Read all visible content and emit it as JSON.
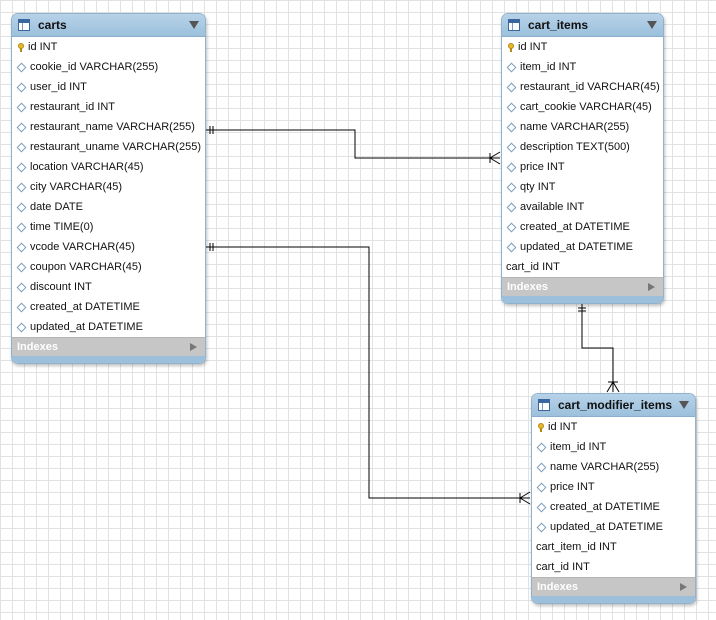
{
  "tables": {
    "carts": {
      "title": "carts",
      "indexes_label": "Indexes",
      "columns": [
        {
          "text": "id INT",
          "icon": "primary-key-icon"
        },
        {
          "text": "cookie_id VARCHAR(255)",
          "icon": "column-diamond-icon"
        },
        {
          "text": "user_id INT",
          "icon": "column-diamond-icon"
        },
        {
          "text": "restaurant_id INT",
          "icon": "column-diamond-icon"
        },
        {
          "text": "restaurant_name VARCHAR(255)",
          "icon": "column-diamond-icon"
        },
        {
          "text": "restaurant_uname VARCHAR(255)",
          "icon": "column-diamond-icon"
        },
        {
          "text": "location VARCHAR(45)",
          "icon": "column-diamond-icon"
        },
        {
          "text": "city VARCHAR(45)",
          "icon": "column-diamond-icon"
        },
        {
          "text": "date DATE",
          "icon": "column-diamond-icon"
        },
        {
          "text": "time TIME(0)",
          "icon": "column-diamond-icon"
        },
        {
          "text": "vcode VARCHAR(45)",
          "icon": "column-diamond-icon"
        },
        {
          "text": "coupon VARCHAR(45)",
          "icon": "column-diamond-icon"
        },
        {
          "text": "discount INT",
          "icon": "column-diamond-icon"
        },
        {
          "text": "created_at DATETIME",
          "icon": "column-diamond-icon"
        },
        {
          "text": "updated_at DATETIME",
          "icon": "column-diamond-icon"
        }
      ]
    },
    "cart_items": {
      "title": "cart_items",
      "indexes_label": "Indexes",
      "columns": [
        {
          "text": "id INT",
          "icon": "primary-key-icon"
        },
        {
          "text": "item_id INT",
          "icon": "column-diamond-icon"
        },
        {
          "text": "restaurant_id VARCHAR(45)",
          "icon": "column-diamond-icon"
        },
        {
          "text": "cart_cookie VARCHAR(45)",
          "icon": "column-diamond-icon"
        },
        {
          "text": "name VARCHAR(255)",
          "icon": "column-diamond-icon"
        },
        {
          "text": "description TEXT(500)",
          "icon": "column-diamond-icon"
        },
        {
          "text": "price INT",
          "icon": "column-diamond-icon"
        },
        {
          "text": "qty INT",
          "icon": "column-diamond-icon"
        },
        {
          "text": "available INT",
          "icon": "column-diamond-icon"
        },
        {
          "text": "created_at DATETIME",
          "icon": "column-diamond-icon"
        },
        {
          "text": "updated_at DATETIME",
          "icon": "column-diamond-icon"
        },
        {
          "text": "cart_id INT",
          "icon": "none"
        }
      ]
    },
    "cart_modifier_items": {
      "title": "cart_modifier_items",
      "indexes_label": "Indexes",
      "columns": [
        {
          "text": "id INT",
          "icon": "primary-key-icon"
        },
        {
          "text": "item_id INT",
          "icon": "column-diamond-icon"
        },
        {
          "text": "name VARCHAR(255)",
          "icon": "column-diamond-icon"
        },
        {
          "text": "price INT",
          "icon": "column-diamond-icon"
        },
        {
          "text": "created_at DATETIME",
          "icon": "column-diamond-icon"
        },
        {
          "text": "updated_at DATETIME",
          "icon": "column-diamond-icon"
        },
        {
          "text": "cart_item_id INT",
          "icon": "none"
        },
        {
          "text": "cart_id INT",
          "icon": "none"
        }
      ]
    }
  },
  "relationships": [
    {
      "from": "carts",
      "to": "cart_items",
      "from_cardinality": "one",
      "to_cardinality": "many"
    },
    {
      "from": "carts",
      "to": "cart_modifier_items",
      "from_cardinality": "one",
      "to_cardinality": "many"
    },
    {
      "from": "cart_items",
      "to": "cart_modifier_items",
      "from_cardinality": "one",
      "to_cardinality": "many"
    }
  ],
  "colors": {
    "header": "#9cc0dc",
    "indexes_bar": "#c6c6c6",
    "line": "#000000"
  }
}
